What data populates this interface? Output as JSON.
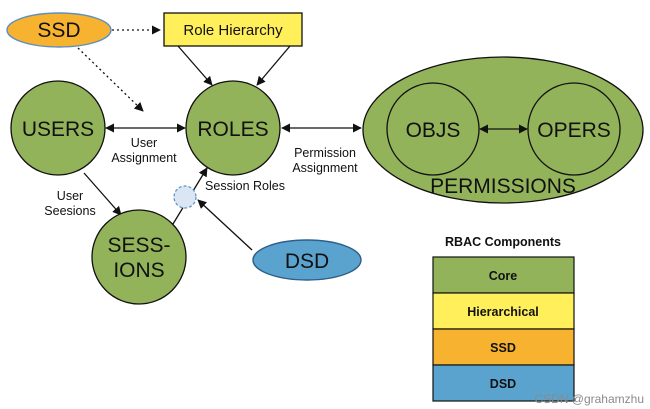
{
  "nodes": {
    "ssd": "SSD",
    "role_hierarchy": "Role Hierarchy",
    "users": "USERS",
    "roles": "ROLES",
    "sessions_line1": "SESS-",
    "sessions_line2": "IONS",
    "dsd": "DSD",
    "objs": "OBJS",
    "opers": "OPERS",
    "permissions": "PERMISSIONS"
  },
  "edge_labels": {
    "user_assignment_line1": "User",
    "user_assignment_line2": "Assignment",
    "permission_assignment_line1": "Permission",
    "permission_assignment_line2": "Assignment",
    "user_sessions_line1": "User",
    "user_sessions_line2": "Seesions",
    "session_roles": "Session Roles"
  },
  "legend": {
    "title": "RBAC Components",
    "items": [
      {
        "label": "Core",
        "color": "#93b35a"
      },
      {
        "label": "Hierarchical",
        "color": "#ffef5a"
      },
      {
        "label": "SSD",
        "color": "#f7b22f"
      },
      {
        "label": "DSD",
        "color": "#5ba3cf"
      }
    ]
  },
  "colors": {
    "core": "#93b35a",
    "hierarchy": "#ffef5a",
    "ssd": "#f7b22f",
    "dsd": "#5ba3cf",
    "session_marker": "#dbe6f5"
  },
  "watermark": "CSDN @grahamzhu"
}
